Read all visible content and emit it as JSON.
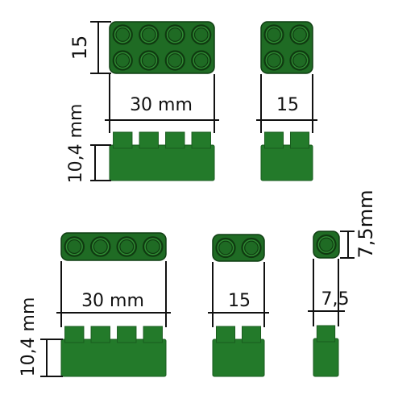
{
  "colors": {
    "plate": "#1f6b24",
    "plate_dark": "#0f3d12",
    "stud_face": "#2f8a33",
    "stud_rim": "#0f3a10",
    "side": "#237a2a",
    "side_shade": "#1a5c1f",
    "line": "#111111",
    "background": "#ffffff"
  },
  "labels": {
    "brick_2x4_height": "15",
    "brick_2x4_width": "30 mm",
    "brick_2x4_depth": "10,4 mm",
    "brick_2x2_width": "15",
    "plate_1x4_width": "30 mm",
    "plate_1x4_depth": "10,4 mm",
    "plate_1x2_width": "15",
    "plate_1x1_height": "7,5mm",
    "plate_1x1_width": "7,5"
  },
  "pieces": [
    {
      "name": "brick-2x4",
      "rows": 2,
      "cols": 4
    },
    {
      "name": "brick-2x2",
      "rows": 2,
      "cols": 2
    },
    {
      "name": "plate-1x4",
      "rows": 1,
      "cols": 4
    },
    {
      "name": "plate-1x2",
      "rows": 1,
      "cols": 2
    },
    {
      "name": "plate-1x1",
      "rows": 1,
      "cols": 1
    }
  ]
}
